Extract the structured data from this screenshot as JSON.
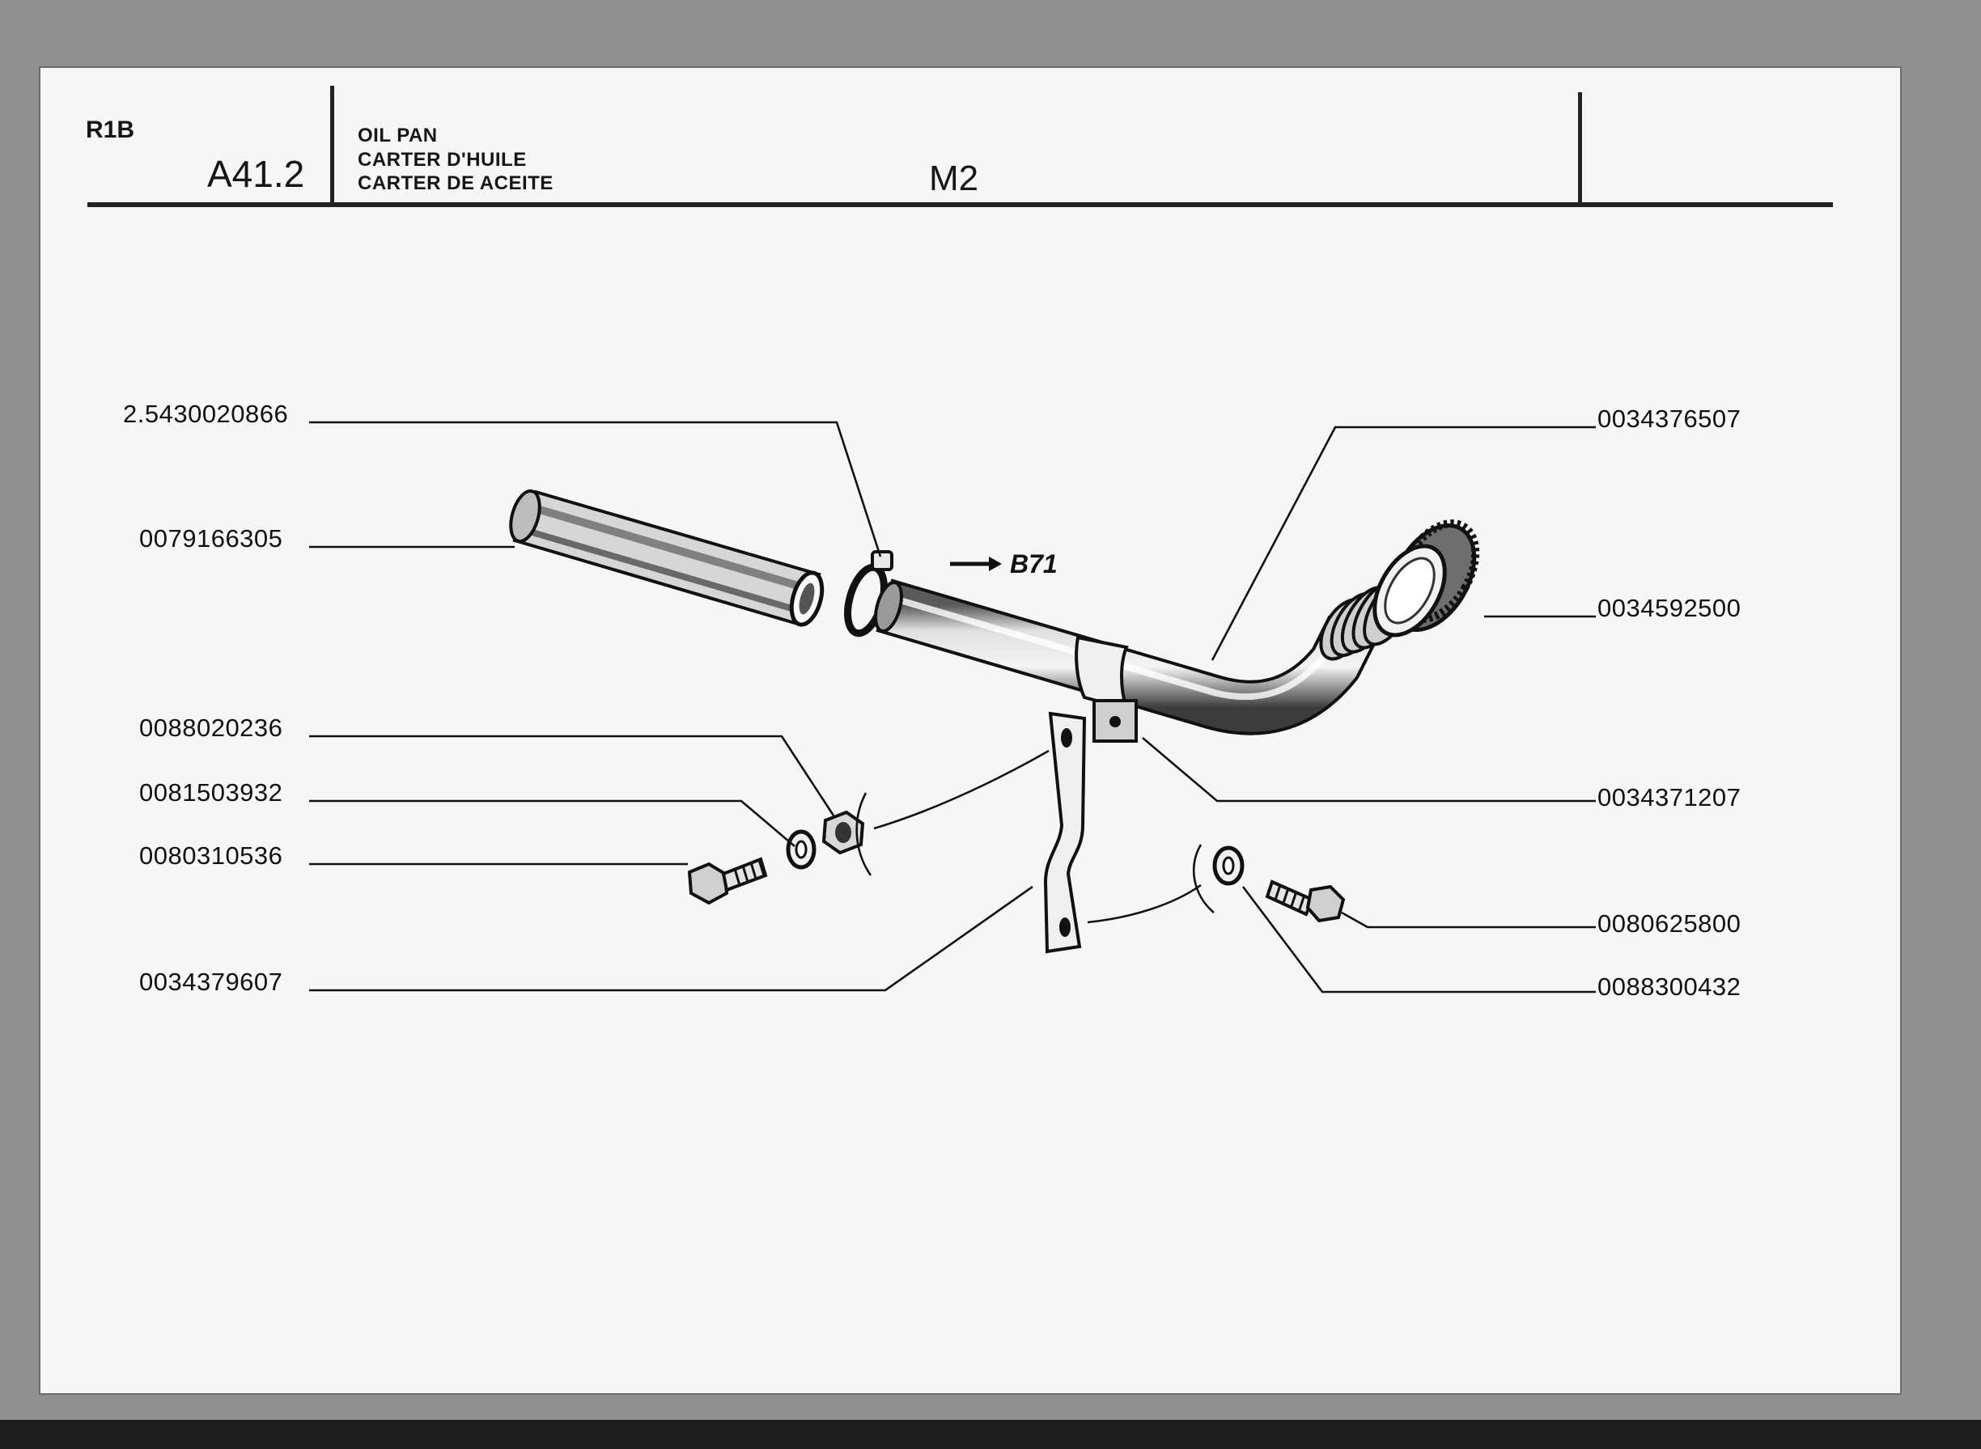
{
  "header": {
    "model_code": "R1B",
    "group_code": "A41.2",
    "title_lines": [
      "OIL PAN",
      "CARTER D'HUILE",
      "CARTER DE ACEITE"
    ],
    "section_code": "M2"
  },
  "reference": {
    "arrow_glyph": "⟶",
    "target": "B71"
  },
  "parts_left": [
    "2.5430020866",
    "0079166305",
    "0088020236",
    "0081503932",
    "0080310536",
    "0034379607"
  ],
  "parts_right": [
    "0034376507",
    "0034592500",
    "0034371207",
    "0080625800",
    "0088300432"
  ],
  "colors": {
    "background": "#8f8f8f",
    "sheet": "#f6f6f4",
    "ink": "#111111"
  }
}
